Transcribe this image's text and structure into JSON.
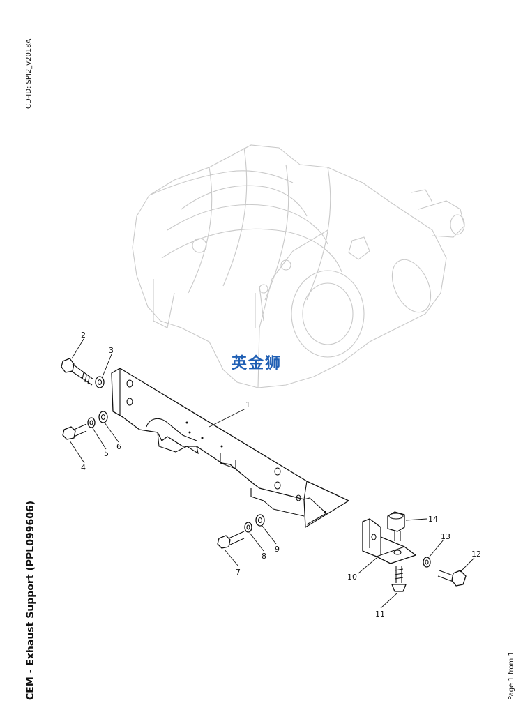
{
  "header": {
    "cd_id": "CD-ID: SPI2_v2018A"
  },
  "title": "CEM - Exhaust Support (PPL099606)",
  "page_number": "Page 1 from 1",
  "watermark": "英金狮",
  "callouts": [
    "1",
    "2",
    "3",
    "4",
    "5",
    "6",
    "7",
    "8",
    "9",
    "10",
    "11",
    "12",
    "13",
    "14"
  ],
  "colors": {
    "line": "#111111",
    "ghost": "#c9c9c9",
    "watermark": "#1f5fb4"
  }
}
